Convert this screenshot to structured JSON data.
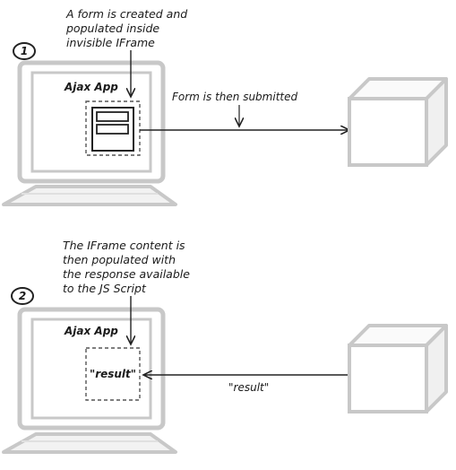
{
  "panels": [
    {
      "step_number": "1",
      "note_lines": [
        "A form is created and",
        "populated inside",
        "invisible IFrame"
      ],
      "app_label": "Ajax App",
      "arrow_label": "Form is then submitted"
    },
    {
      "step_number": "2",
      "note_lines": [
        "The IFrame content is",
        "then populated with",
        "the response available",
        "to the JS Script"
      ],
      "app_label": "Ajax App",
      "iframe_text": "\"result\"",
      "arrow_label": "\"result\""
    }
  ]
}
